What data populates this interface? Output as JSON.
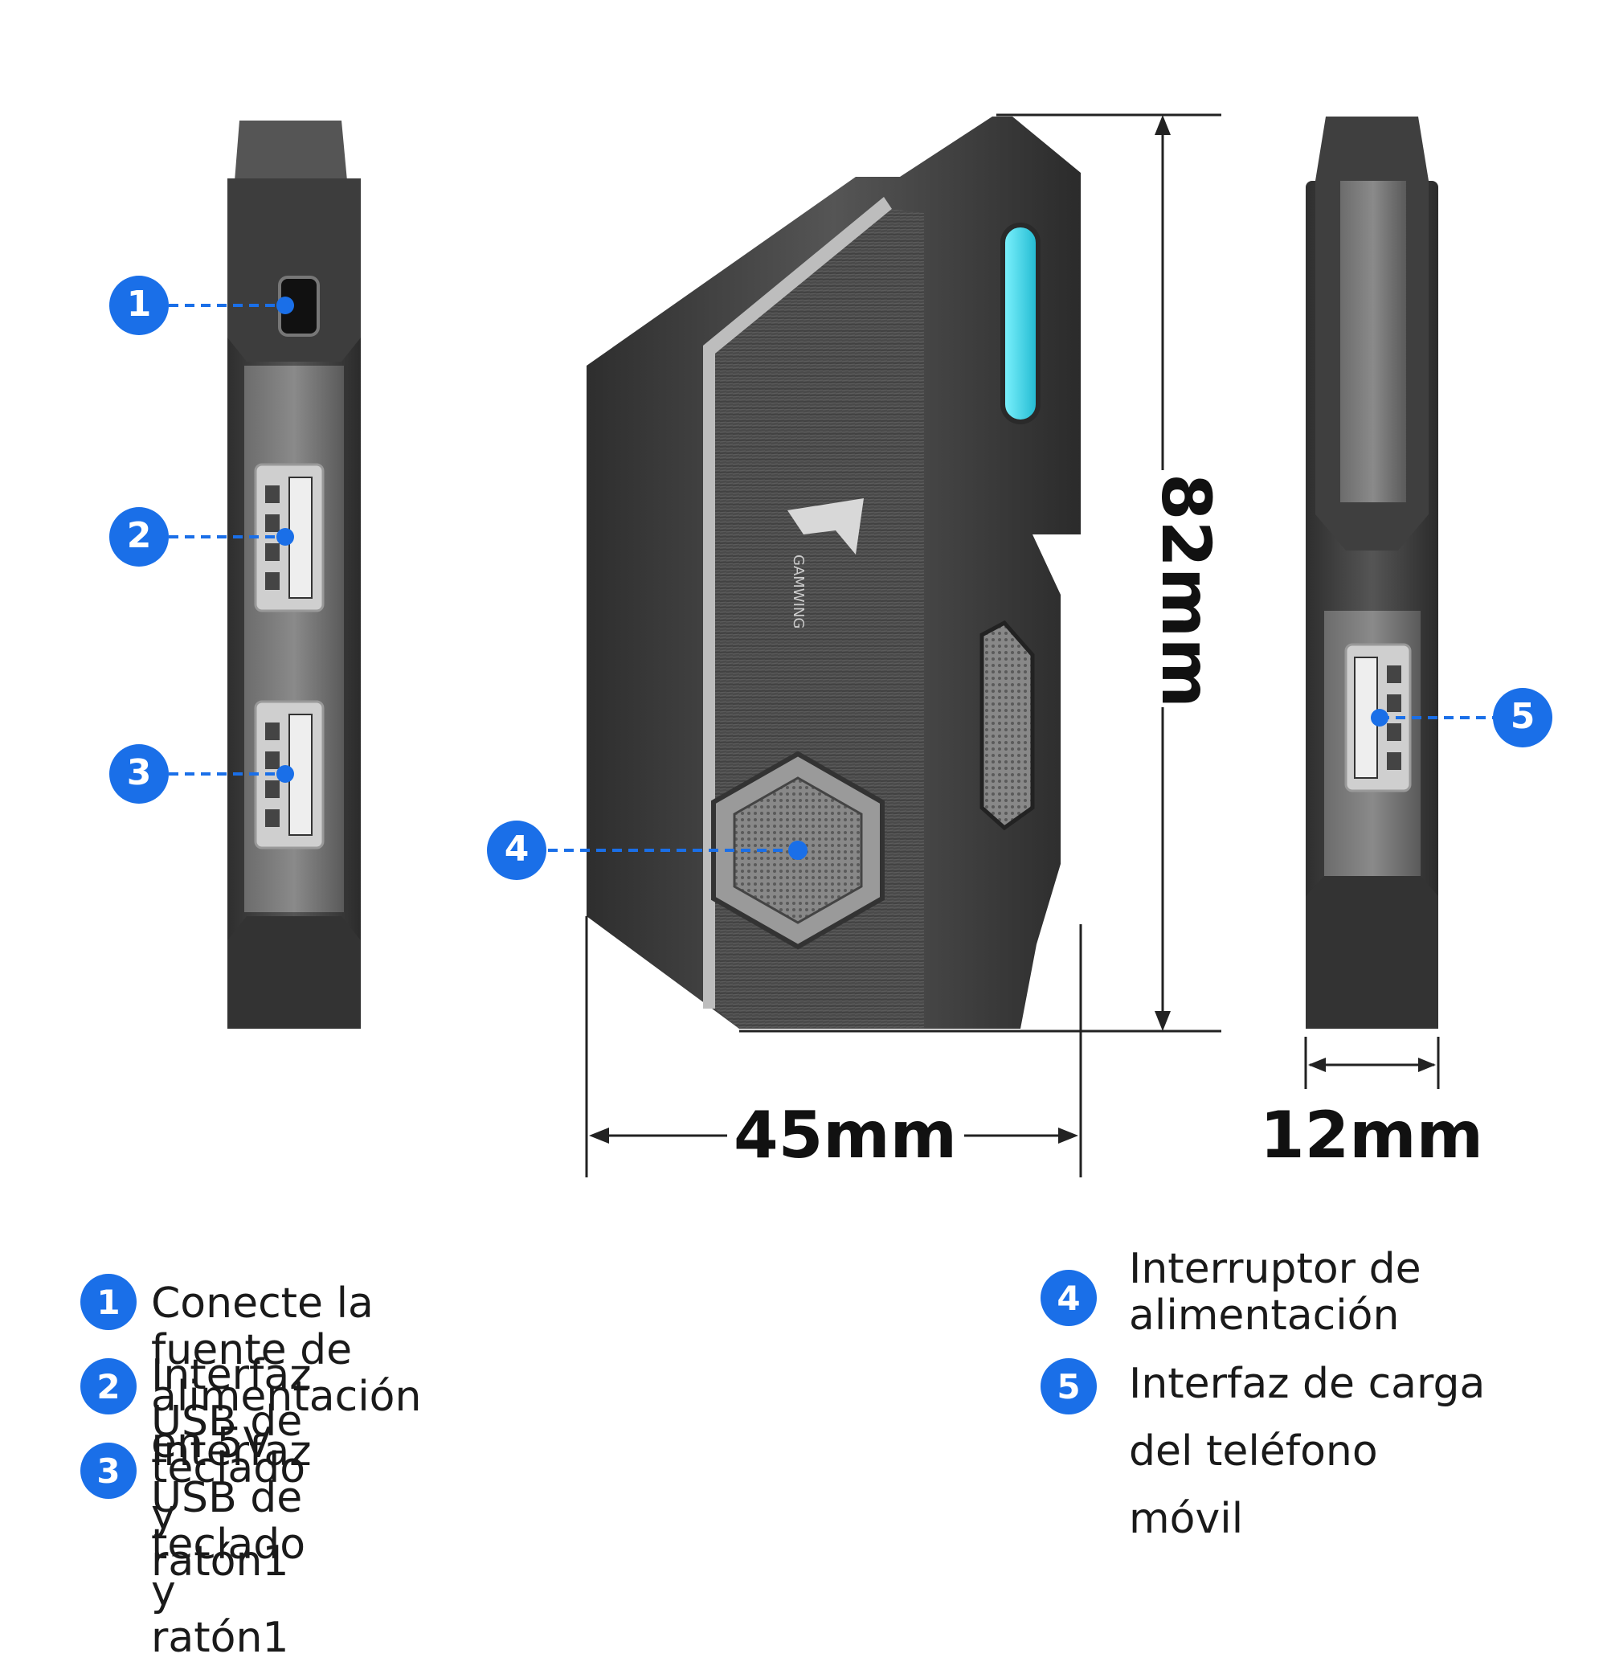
{
  "colors": {
    "accent": "#1a6fe8",
    "body_dark": "#3a3a3a",
    "body_mid": "#5d5d5d",
    "led": "#3fe0f0"
  },
  "product": {
    "logo_text": "GAMWING"
  },
  "callouts": [
    "1",
    "2",
    "3",
    "4",
    "5"
  ],
  "dimensions": {
    "width": "45mm",
    "height": "82mm",
    "depth": "12mm"
  },
  "legend": [
    {
      "num": "1",
      "text": "Conecte la fuente de alimentación en 5V"
    },
    {
      "num": "2",
      "text": "Interfaz USB de teclado y ratón1"
    },
    {
      "num": "3",
      "text": "Interfaz USB de teclado y ratón1"
    },
    {
      "num": "4",
      "text": "Interruptor de alimentación"
    },
    {
      "num": "5",
      "text": "Interfaz de carga del teléfono móvil"
    }
  ]
}
